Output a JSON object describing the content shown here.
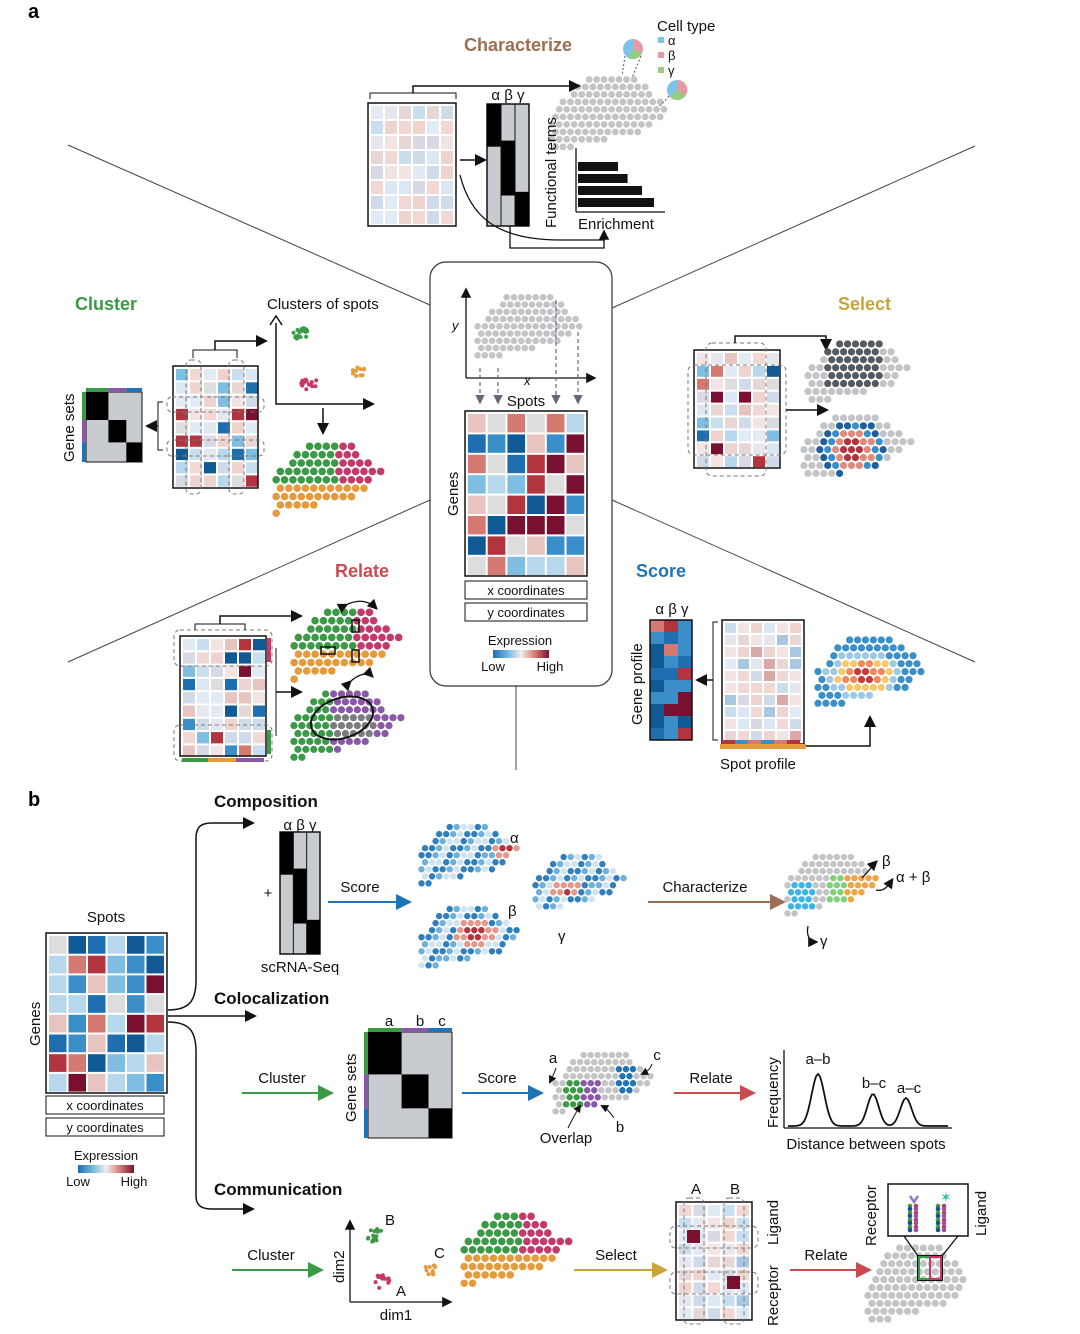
{
  "panel_a": {
    "letter": "a",
    "steps": {
      "characterize": "Characterize",
      "cluster": "Cluster",
      "select": "Select",
      "relate": "Relate",
      "score": "Score"
    },
    "step_colors": {
      "characterize": "#9c6e53",
      "cluster": "#3a9a46",
      "select": "#c9a43c",
      "relate": "#c94a4f",
      "score": "#1f74b5"
    },
    "cell_type": {
      "title": "Cell type",
      "items": [
        "α",
        "β",
        "γ"
      ]
    },
    "abg": "α β γ",
    "functional_terms": "Functional terms",
    "enrichment": "Enrichment",
    "clusters_of_spots": "Clusters of spots",
    "gene_sets": "Gene sets",
    "center": {
      "y_axis": "y",
      "x_axis": "x",
      "spots": "Spots",
      "genes": "Genes",
      "x_coordinates": "x coordinates",
      "y_coordinates": "y coordinates",
      "expression": "Expression",
      "low": "Low",
      "high": "High"
    },
    "gene_profile": "Gene profile",
    "spot_profile": "Spot profile"
  },
  "panel_b": {
    "letter": "b",
    "left": {
      "spots": "Spots",
      "genes": "Genes",
      "x_coordinates": "x coordinates",
      "y_coordinates": "y coordinates",
      "expression": "Expression",
      "low": "Low",
      "high": "High"
    },
    "composition": {
      "title": "Composition",
      "abg": "α β γ",
      "plus": "+",
      "scrna": "scRNA-Seq",
      "score": "Score",
      "characterize": "Characterize",
      "alpha": "α",
      "beta": "β",
      "gamma": "γ",
      "alpha_beta": "α + β"
    },
    "colocalization": {
      "title": "Colocalization",
      "cluster": "Cluster",
      "gene_sets": "Gene sets",
      "a": "a",
      "b": "b",
      "c": "c",
      "score": "Score",
      "overlap": "Overlap",
      "relate": "Relate",
      "frequency": "Frequency",
      "distance": "Distance between spots",
      "ab": "a–b",
      "bc": "b–c",
      "ac": "a–c"
    },
    "communication": {
      "title": "Communication",
      "cluster": "Cluster",
      "dim2": "dim2",
      "dim1": "dim1",
      "A": "A",
      "B": "B",
      "C": "C",
      "select": "Select",
      "relate": "Relate",
      "receptor": "Receptor",
      "ligand": "Ligand"
    }
  },
  "colors": {
    "green": "#3a9a46",
    "orange": "#e59a3c",
    "magenta": "#c4396a",
    "purple": "#8b57a8",
    "blue": "#1f74b5",
    "red": "#c94a4f",
    "gold": "#c9a43c",
    "brown": "#9c6e53",
    "gray_spot": "#c2c4c7"
  }
}
